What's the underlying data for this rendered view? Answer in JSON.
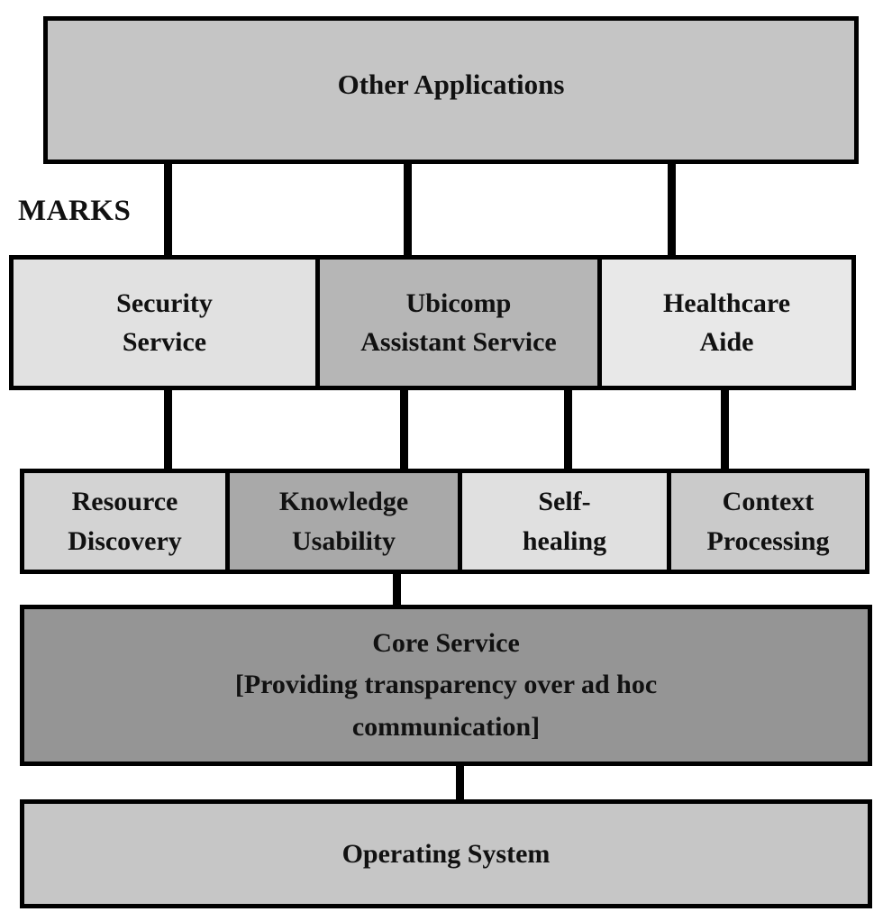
{
  "diagram": {
    "marks_label": "MARKS",
    "colors": {
      "border": "#000000",
      "connector": "#000000",
      "text": "#111111",
      "background": "#ffffff"
    },
    "applications_layer": {
      "label": "Other Applications",
      "bg": "#c5c5c5"
    },
    "services_layer": {
      "items": [
        {
          "label": "Security\nService",
          "bg": "#e1e1e1"
        },
        {
          "label": "Ubicomp\nAssistant Service",
          "bg": "#b6b6b6"
        },
        {
          "label": "Healthcare\nAide",
          "bg": "#e8e8e8"
        }
      ]
    },
    "components_layer": {
      "items": [
        {
          "label": "Resource\nDiscovery",
          "bg": "#d3d3d3"
        },
        {
          "label": "Knowledge\nUsability",
          "bg": "#a9a9a9"
        },
        {
          "label": "Self-\nhealing",
          "bg": "#e0e0e0"
        },
        {
          "label": "Context\nProcessing",
          "bg": "#cacaca"
        }
      ]
    },
    "core_layer": {
      "label": "Core Service\n[Providing transparency over ad hoc\ncommunication]",
      "bg": "#959595"
    },
    "os_layer": {
      "label": "Operating System",
      "bg": "#c6c6c6"
    }
  }
}
